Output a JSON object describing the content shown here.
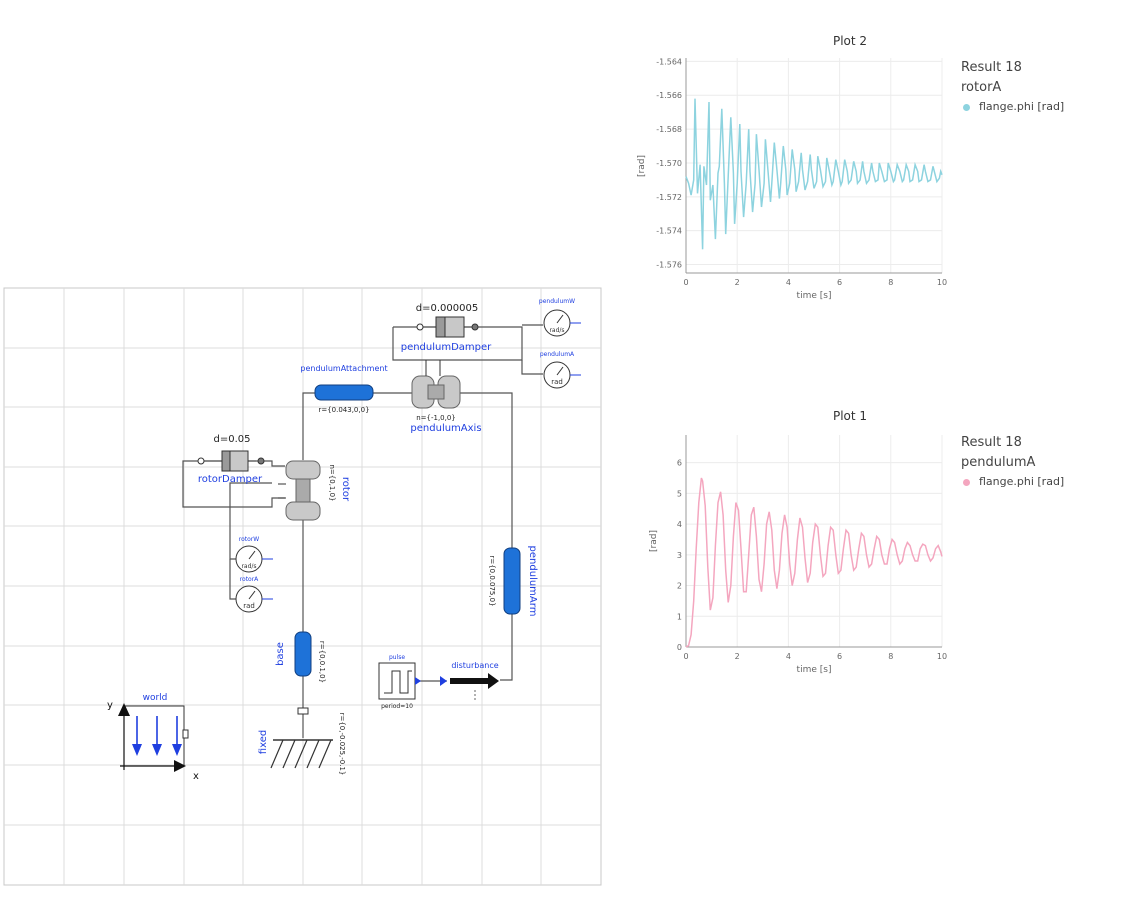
{
  "diagram": {
    "labels": {
      "rotor_damper_param": "d=0.05",
      "rotor_damper": "rotorDamper",
      "rotor": "rotor",
      "rotor_n": "n={0,1,0}",
      "pendulum_damper_param": "d=0.000005",
      "pendulum_damper": "pendulumDamper",
      "pendulum_attachment": "pendulumAttachment",
      "pendulum_attachment_r": "r={0.043,0,0}",
      "pendulum_axis": "pendulumAxis",
      "pendulum_axis_n": "n={-1,0,0}",
      "pendulum_w": "pendulumW",
      "pendulum_w_unit": "rad/s",
      "pendulum_a": "pendulumA",
      "pendulum_a_unit": "rad",
      "rotor_w": "rotorW",
      "rotor_w_unit": "rad/s",
      "rotor_a": "rotorA",
      "rotor_a_unit": "rad",
      "pendulum_arm": "pendulumArm",
      "pendulum_arm_r": "r={0,0.075,0}",
      "base": "base",
      "base_r": "r={0,0.1,0}",
      "fixed": "fixed",
      "fixed_r": "r={0,-0.025,-0.1}",
      "pulse": "pulse",
      "pulse_period": "period=10",
      "disturbance": "disturbance",
      "world": "world",
      "world_x": "x",
      "world_y": "y"
    }
  },
  "plots": [
    {
      "title": "Plot 2",
      "result": "Result 18",
      "variable": "rotorA",
      "series_label": "flange.phi [rad]",
      "color": "#8dd3df",
      "xlabel": "time [s]",
      "ylabel": "[rad]",
      "xticks": [
        "0",
        "2",
        "4",
        "6",
        "8",
        "10"
      ],
      "yticks": [
        "-1.564",
        "-1.566",
        "-1.568",
        "-1.570",
        "-1.572",
        "-1.574",
        "-1.576"
      ]
    },
    {
      "title": "Plot 1",
      "result": "Result 18",
      "variable": "pendulumA",
      "series_label": "flange.phi [rad]",
      "color": "#f4a6bf",
      "xlabel": "time [s]",
      "ylabel": "[rad]",
      "xticks": [
        "0",
        "2",
        "4",
        "6",
        "8",
        "10"
      ],
      "yticks": [
        "0",
        "1",
        "2",
        "3",
        "4",
        "5",
        "6"
      ]
    }
  ],
  "chart_data": [
    {
      "type": "line",
      "title": "Plot 2",
      "xlabel": "time [s]",
      "ylabel": "[rad]",
      "xlim": [
        0,
        10
      ],
      "ylim": [
        -1.5765,
        -1.5638
      ],
      "grid": true,
      "legend": "right",
      "series": [
        {
          "name": "flange.phi [rad]",
          "color": "#8dd3df",
          "x": [
            0,
            0.1,
            0.2,
            0.3,
            0.35,
            0.45,
            0.55,
            0.65,
            0.7,
            0.8,
            0.9,
            0.95,
            1.05,
            1.15,
            1.25,
            1.3,
            1.4,
            1.5,
            1.55,
            1.65,
            1.75,
            1.85,
            1.9,
            2.0,
            2.1,
            2.15,
            2.25,
            2.35,
            2.45,
            2.5,
            2.6,
            2.7,
            2.75,
            2.85,
            2.95,
            3.05,
            3.1,
            3.2,
            3.3,
            3.35,
            3.45,
            3.55,
            3.65,
            3.7,
            3.8,
            3.9,
            3.95,
            4.05,
            4.15,
            4.25,
            4.3,
            4.4,
            4.5,
            4.55,
            4.65,
            4.75,
            4.85,
            4.9,
            5.0,
            5.1,
            5.15,
            5.25,
            5.35,
            5.45,
            5.5,
            5.6,
            5.7,
            5.75,
            5.85,
            5.95,
            6.05,
            6.1,
            6.2,
            6.3,
            6.35,
            6.45,
            6.55,
            6.65,
            6.7,
            6.8,
            6.9,
            6.95,
            7.05,
            7.15,
            7.25,
            7.3,
            7.4,
            7.5,
            7.55,
            7.65,
            7.75,
            7.85,
            7.9,
            8.0,
            8.1,
            8.15,
            8.25,
            8.35,
            8.45,
            8.5,
            8.6,
            8.7,
            8.75,
            8.85,
            8.95,
            9.05,
            9.1,
            9.2,
            9.3,
            9.35,
            9.45,
            9.55,
            9.65,
            9.7,
            9.8,
            9.9,
            9.95,
            10.0
          ],
          "y": [
            -1.5708,
            -1.5712,
            -1.5719,
            -1.571,
            -1.5662,
            -1.5718,
            -1.5701,
            -1.5751,
            -1.5702,
            -1.5713,
            -1.5664,
            -1.5722,
            -1.5713,
            -1.5745,
            -1.5706,
            -1.5702,
            -1.5668,
            -1.5712,
            -1.5742,
            -1.5708,
            -1.5673,
            -1.5706,
            -1.5736,
            -1.5712,
            -1.5677,
            -1.5705,
            -1.5732,
            -1.5712,
            -1.568,
            -1.5705,
            -1.5729,
            -1.5712,
            -1.5683,
            -1.5704,
            -1.5726,
            -1.5712,
            -1.5686,
            -1.5704,
            -1.5723,
            -1.5712,
            -1.5688,
            -1.5704,
            -1.5721,
            -1.5712,
            -1.569,
            -1.5704,
            -1.5719,
            -1.5712,
            -1.5692,
            -1.5704,
            -1.5717,
            -1.5711,
            -1.5694,
            -1.5704,
            -1.5716,
            -1.5711,
            -1.5695,
            -1.5704,
            -1.5715,
            -1.5711,
            -1.5696,
            -1.5704,
            -1.5714,
            -1.5711,
            -1.5697,
            -1.5705,
            -1.5713,
            -1.5711,
            -1.5698,
            -1.5705,
            -1.5713,
            -1.5711,
            -1.5698,
            -1.5705,
            -1.5712,
            -1.571,
            -1.5699,
            -1.5705,
            -1.5712,
            -1.571,
            -1.5699,
            -1.5705,
            -1.5712,
            -1.571,
            -1.57,
            -1.5705,
            -1.5711,
            -1.571,
            -1.57,
            -1.5705,
            -1.5711,
            -1.571,
            -1.57,
            -1.5705,
            -1.5711,
            -1.571,
            -1.5701,
            -1.5705,
            -1.5711,
            -1.571,
            -1.5701,
            -1.5705,
            -1.5711,
            -1.571,
            -1.5701,
            -1.5705,
            -1.5711,
            -1.571,
            -1.5701,
            -1.5705,
            -1.5711,
            -1.571,
            -1.5702,
            -1.5705,
            -1.5711,
            -1.5709,
            -1.5705,
            -1.5707
          ]
        }
      ]
    },
    {
      "type": "line",
      "title": "Plot 1",
      "xlabel": "time [s]",
      "ylabel": "[rad]",
      "xlim": [
        0,
        10
      ],
      "ylim": [
        0,
        6.9
      ],
      "grid": true,
      "legend": "right",
      "series": [
        {
          "name": "flange.phi [rad]",
          "color": "#f4a6bf",
          "x": [
            0,
            0.1,
            0.2,
            0.3,
            0.4,
            0.5,
            0.6,
            0.65,
            0.75,
            0.85,
            0.95,
            1.05,
            1.15,
            1.25,
            1.35,
            1.45,
            1.55,
            1.65,
            1.75,
            1.85,
            1.95,
            2.05,
            2.15,
            2.25,
            2.35,
            2.45,
            2.55,
            2.65,
            2.75,
            2.85,
            2.95,
            3.05,
            3.15,
            3.25,
            3.35,
            3.45,
            3.55,
            3.65,
            3.75,
            3.85,
            3.95,
            4.05,
            4.15,
            4.25,
            4.35,
            4.45,
            4.55,
            4.65,
            4.75,
            4.85,
            4.95,
            5.05,
            5.15,
            5.25,
            5.35,
            5.45,
            5.55,
            5.65,
            5.75,
            5.85,
            5.95,
            6.05,
            6.15,
            6.25,
            6.35,
            6.45,
            6.55,
            6.65,
            6.75,
            6.85,
            6.95,
            7.05,
            7.15,
            7.25,
            7.35,
            7.45,
            7.55,
            7.65,
            7.75,
            7.85,
            7.95,
            8.05,
            8.15,
            8.25,
            8.35,
            8.45,
            8.55,
            8.65,
            8.75,
            8.85,
            8.95,
            9.05,
            9.15,
            9.25,
            9.35,
            9.45,
            9.55,
            9.65,
            9.75,
            9.85,
            9.95,
            10.0
          ],
          "y": [
            0,
            0.05,
            0.4,
            1.5,
            3.2,
            4.7,
            5.5,
            5.4,
            4.6,
            2.6,
            1.2,
            1.6,
            3.3,
            4.7,
            5.05,
            4.3,
            2.5,
            1.45,
            2.0,
            3.6,
            4.7,
            4.45,
            3.2,
            1.8,
            1.8,
            3.0,
            4.3,
            4.55,
            3.6,
            2.2,
            1.8,
            2.7,
            4.0,
            4.4,
            3.8,
            2.5,
            1.9,
            2.5,
            3.7,
            4.3,
            3.9,
            2.7,
            2.0,
            2.4,
            3.5,
            4.2,
            3.9,
            2.9,
            2.1,
            2.4,
            3.4,
            4.0,
            3.9,
            3.0,
            2.3,
            2.4,
            3.3,
            3.9,
            3.8,
            3.0,
            2.4,
            2.5,
            3.2,
            3.8,
            3.7,
            3.0,
            2.5,
            2.6,
            3.2,
            3.7,
            3.6,
            3.0,
            2.6,
            2.7,
            3.2,
            3.6,
            3.5,
            3.0,
            2.7,
            2.7,
            3.2,
            3.5,
            3.4,
            3.0,
            2.7,
            2.8,
            3.2,
            3.4,
            3.3,
            3.0,
            2.8,
            2.8,
            3.2,
            3.35,
            3.3,
            3.0,
            2.8,
            2.9,
            3.2,
            3.3,
            3.1,
            2.95
          ]
        }
      ]
    }
  ]
}
